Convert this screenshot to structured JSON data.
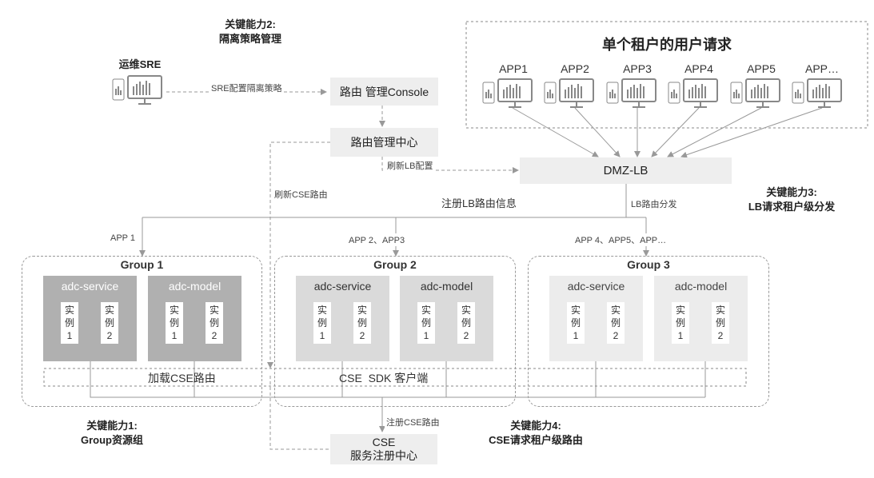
{
  "capabilities": {
    "cap2": {
      "line1": "关键能力2:",
      "line2": "隔离策略管理"
    },
    "cap3": {
      "line1": "关键能力3:",
      "line2": "LB请求租户级分发"
    },
    "cap1": {
      "line1": "关键能力1:",
      "line2": "Group资源组"
    },
    "cap4": {
      "line1": "关键能力4:",
      "line2": "CSE请求租户级路由"
    }
  },
  "sre": {
    "label": "运维SRE"
  },
  "tenant": {
    "title": "单个租户的用户请求",
    "apps": [
      "APP1",
      "APP2",
      "APP3",
      "APP4",
      "APP5",
      "APP…"
    ]
  },
  "nodes": {
    "console": "路由 管理Console",
    "route_center": "路由管理中心",
    "dmz_lb": "DMZ-LB",
    "cse_line1": "CSE",
    "cse_line2": "服务注册中心"
  },
  "edges": {
    "sre_to_console": "SRE配置隔离策略",
    "refresh_lb": "刷新LB配置",
    "refresh_cse": "刷新CSE路由",
    "register_lb": "注册LB路由信息",
    "lb_dispatch": "LB路由分发",
    "app_g1": "APP 1",
    "app_g2": "APP 2、APP3",
    "app_g3": "APP 4、APP5、APP…",
    "register_cse": "注册CSE路由"
  },
  "groups": [
    {
      "title": "Group 1",
      "services": [
        {
          "name": "adc-service",
          "instances": [
            {
              "l1": "实",
              "l2": "例",
              "num": "1"
            },
            {
              "l1": "实",
              "l2": "例",
              "num": "2"
            }
          ]
        },
        {
          "name": "adc-model",
          "instances": [
            {
              "l1": "实",
              "l2": "例",
              "num": "1"
            },
            {
              "l1": "实",
              "l2": "例",
              "num": "2"
            }
          ]
        }
      ]
    },
    {
      "title": "Group 2",
      "services": [
        {
          "name": "adc-service",
          "instances": [
            {
              "l1": "实",
              "l2": "例",
              "num": "1"
            },
            {
              "l1": "实",
              "l2": "例",
              "num": "2"
            }
          ]
        },
        {
          "name": "adc-model",
          "instances": [
            {
              "l1": "实",
              "l2": "例",
              "num": "1"
            },
            {
              "l1": "实",
              "l2": "例",
              "num": "2"
            }
          ]
        }
      ]
    },
    {
      "title": "Group 3",
      "services": [
        {
          "name": "adc-service",
          "instances": [
            {
              "l1": "实",
              "l2": "例",
              "num": "1"
            },
            {
              "l1": "实",
              "l2": "例",
              "num": "2"
            }
          ]
        },
        {
          "name": "adc-model",
          "instances": [
            {
              "l1": "实",
              "l2": "例",
              "num": "1"
            },
            {
              "l1": "实",
              "l2": "例",
              "num": "2"
            }
          ]
        }
      ]
    }
  ],
  "sdk_bar": {
    "load_label": "加载CSE路由",
    "sdk_label": "CSE  SDK 客户端"
  },
  "icons": {
    "device": "computer-and-phone-icon"
  },
  "colors": {
    "line": "#999999",
    "box": "#eeeeee",
    "group1": "#b0b0b0",
    "group2": "#dadada",
    "group3": "#ececec"
  }
}
